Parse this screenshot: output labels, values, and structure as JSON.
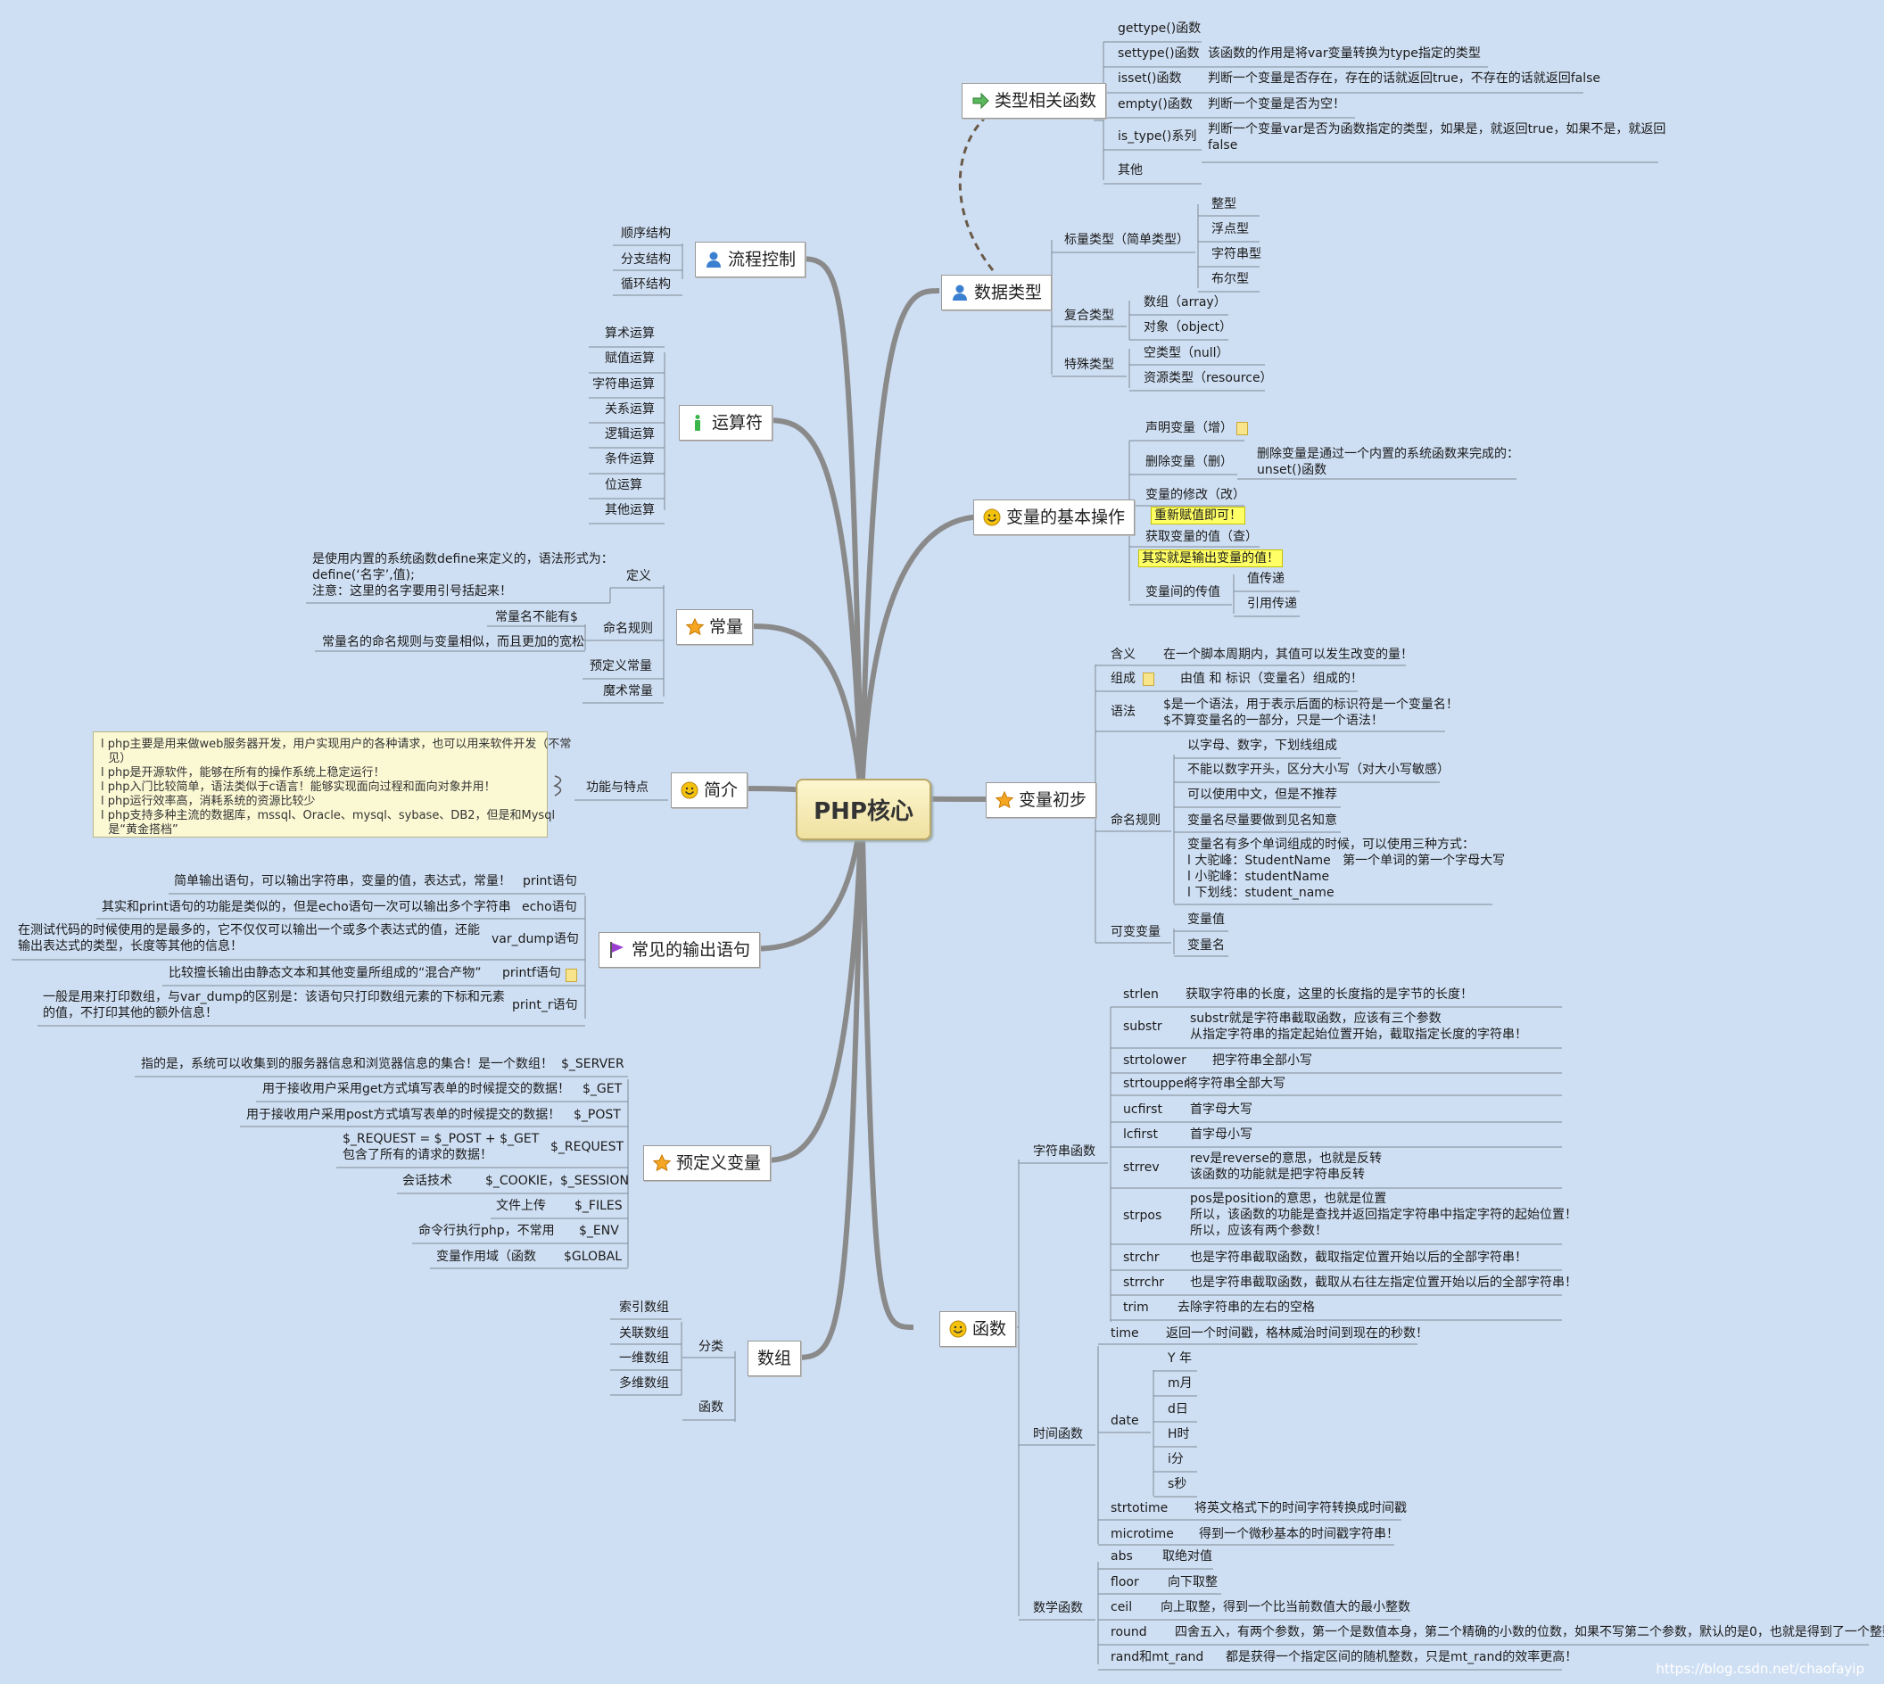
{
  "center": "PHP核心",
  "watermark": "https://blog.csdn.net/chaofayip",
  "branches": {
    "type_funcs": {
      "label": "类型相关函数",
      "icon": "arrow-right-icon",
      "items": [
        {
          "name": "gettype()函数",
          "desc": ""
        },
        {
          "name": "settype()函数",
          "desc": "该函数的作用是将var变量转换为type指定的类型"
        },
        {
          "name": "isset()函数",
          "desc": "判断一个变量是否存在，存在的话就返回true，不存在的话就返回false"
        },
        {
          "name": "empty()函数",
          "desc": "判断一个变量是否为空！"
        },
        {
          "name": "is_type()系列",
          "desc": "判断一个变量var是否为函数指定的类型，如果是，就返回true，如果不是，就返回\nfalse"
        },
        {
          "name": "其他",
          "desc": ""
        }
      ]
    },
    "data_types": {
      "label": "数据类型",
      "icon": "user-icon",
      "scalar": {
        "label": "标量类型（简单类型）",
        "items": [
          "整型",
          "浮点型",
          "字符串型",
          "布尔型"
        ]
      },
      "compound": {
        "label": "复合类型",
        "items": [
          "数组（array）",
          "对象（object）"
        ]
      },
      "special": {
        "label": "特殊类型",
        "items": [
          "空类型（null）",
          "资源类型（resource）"
        ]
      }
    },
    "var_ops": {
      "label": "变量的基本操作",
      "icon": "smile-icon",
      "declare": "声明变量（增）",
      "delete": "删除变量（删）",
      "delete_desc": "删除变量是通过一个内置的系统函数来完成的：\nunset()函数",
      "modify": "变量的修改（改）",
      "modify_hl": "重新赋值即可！",
      "get": "获取变量的值（查）",
      "get_hl": "其实就是输出变量的值！",
      "pass": "变量间的传值",
      "pass_items": [
        "值传递",
        "引用传递"
      ]
    },
    "var_intro": {
      "label": "变量初步",
      "icon": "star-icon",
      "meaning": "含义",
      "meaning_desc": "在一个脚本周期内，其值可以发生改变的量！",
      "compose": "组成",
      "compose_desc": "由值 和 标识（变量名）组成的！",
      "syntax": "语法",
      "syntax_desc": "$是一个语法，用于表示后面的标识符是一个变量名！\n$不算变量名的一部分，只是一个语法！",
      "naming": "命名规则",
      "naming_items": [
        "以字母、数字，下划线组成",
        "不能以数字开头，区分大小写（对大小写敏感）",
        "可以使用中文，但是不推荐",
        "变量名尽量要做到见名知意",
        "变量名有多个单词组成的时候，可以使用三种方式：\nl 大驼峰：StudentName   第一个单词的第一个字母大写\nl 小驼峰：studentName\nl 下划线：student_name"
      ],
      "variable": "可变变量",
      "variable_items": [
        "变量值",
        "变量名"
      ]
    },
    "functions": {
      "label": "函数",
      "icon": "smile-icon",
      "string": {
        "label": "字符串函数",
        "items": [
          {
            "name": "strlen",
            "desc": "获取字符串的长度，这里的长度指的是字节的长度！"
          },
          {
            "name": "substr",
            "desc": "substr就是字符串截取函数，应该有三个参数\n从指定字符串的指定起始位置开始，截取指定长度的字符串！"
          },
          {
            "name": "strtolower",
            "desc": "把字符串全部小写"
          },
          {
            "name": "strtoupper",
            "desc": "将字符串全部大写"
          },
          {
            "name": "ucfirst",
            "desc": "首字母大写"
          },
          {
            "name": "lcfirst",
            "desc": "首字母小写"
          },
          {
            "name": "strrev",
            "desc": "rev是reverse的意思，也就是反转\n该函数的功能就是把字符串反转"
          },
          {
            "name": "strpos",
            "desc": "pos是position的意思，也就是位置\n所以，该函数的功能是查找并返回指定字符串中指定字符的起始位置！\n所以，应该有两个参数！"
          },
          {
            "name": "strchr",
            "desc": "也是字符串截取函数，截取指定位置开始以后的全部字符串！"
          },
          {
            "name": "strrchr",
            "desc": "也是字符串截取函数，截取从右往左指定位置开始以后的全部字符串！"
          },
          {
            "name": "trim",
            "desc": "去除字符串的左右的空格"
          }
        ]
      },
      "time": {
        "label": "时间函数",
        "time_name": "time",
        "time_desc": "返回一个时间戳，格林威治时间到现在的秒数！",
        "date": "date",
        "date_items": [
          "Y 年",
          "m月",
          "d日",
          "H时",
          "i分",
          "s秒"
        ],
        "strtotime": "strtotime",
        "strtotime_desc": "将英文格式下的时间字符转换成时间戳",
        "microtime": "microtime",
        "microtime_desc": "得到一个微秒基本的时间戳字符串！"
      },
      "math": {
        "label": "数学函数",
        "items": [
          {
            "name": "abs",
            "desc": "取绝对值"
          },
          {
            "name": "floor",
            "desc": "向下取整"
          },
          {
            "name": "ceil",
            "desc": "向上取整，得到一个比当前数值大的最小整数"
          },
          {
            "name": "round",
            "desc": "四舍五入，有两个参数，第一个是数值本身，第二个精确的小数的位数，如果不写第二个参数，默认的是0，也就是得到了一个整数"
          },
          {
            "name": "rand和mt_rand",
            "desc": "都是获得一个指定区间的随机整数，只是mt_rand的效率更高！"
          }
        ]
      }
    },
    "flow": {
      "label": "流程控制",
      "icon": "user-icon",
      "items": [
        "顺序结构",
        "分支结构",
        "循环结构"
      ]
    },
    "operators": {
      "label": "运算符",
      "icon": "info-icon",
      "items": [
        "算术运算",
        "赋值运算",
        "字符串运算",
        "关系运算",
        "逻辑运算",
        "条件运算",
        "位运算",
        "其他运算"
      ]
    },
    "constants": {
      "label": "常量",
      "icon": "star-icon",
      "define": "定义",
      "define_desc": "是使用内置的系统函数define来定义的，语法形式为：\ndefine(‘名字’,值);\n注意：这里的名字要用引号括起来！",
      "naming": "命名规则",
      "naming_items": [
        "常量名不能有$",
        "常量名的命名规则与变量相似，而且更加的宽松"
      ],
      "predef": "预定义常量",
      "magic": "魔术常量"
    },
    "intro": {
      "label": "简介",
      "icon": "smile-icon",
      "sub": "功能与特点",
      "note": "l php主要是用来做web服务器开发，用户实现用户的各种请求，也可以用来软件开发（不常\n  见）\nl php是开源软件，能够在所有的操作系统上稳定运行！\nl php入门比较简单，语法类似于c语言！能够实现面向过程和面向对象并用！\nl php运行效率高，消耗系统的资源比较少\nl php支持多种主流的数据库，mssql、Oracle、mysql、sybase、DB2，但是和Mysql\n  是“黄金搭档”"
    },
    "output": {
      "label": "常见的输出语句",
      "icon": "flag-icon",
      "items": [
        {
          "name": "print语句",
          "desc": "简单输出语句，可以输出字符串，变量的值，表达式，常量！"
        },
        {
          "name": "echo语句",
          "desc": "其实和print语句的功能是类似的，但是echo语句一次可以输出多个字符串"
        },
        {
          "name": "var_dump语句",
          "desc": "在测试代码的时候使用的是最多的，它不仅仅可以输出一个或多个表达式的值，还能\n输出表达式的类型，长度等其他的信息！"
        },
        {
          "name": "printf语句",
          "desc": "比较擅长输出由静态文本和其他变量所组成的“混合产物”"
        },
        {
          "name": "print_r语句",
          "desc": "一般是用来打印数组，与var_dump的区别是：该语句只打印数组元素的下标和元素\n的值，不打印其他的额外信息！"
        }
      ]
    },
    "predef_vars": {
      "label": "预定义变量",
      "icon": "star-icon",
      "items": [
        {
          "name": "$_SERVER",
          "desc": "指的是，系统可以收集到的服务器信息和浏览器信息的集合！是一个数组！"
        },
        {
          "name": "$_GET",
          "desc": "用于接收用户采用get方式填写表单的时候提交的数据！"
        },
        {
          "name": "$_POST",
          "desc": "用于接收用户采用post方式填写表单的时候提交的数据！"
        },
        {
          "name": "$_REQUEST",
          "desc": "$_REQUEST = $_POST + $_GET\n包含了所有的请求的数据！"
        },
        {
          "name": "$_COOKIE，$_SESSION",
          "desc": "会话技术"
        },
        {
          "name": "$_FILES",
          "desc": "文件上传"
        },
        {
          "name": "$_ENV",
          "desc": "命令行执行php，不常用"
        },
        {
          "name": "$GLOBAL",
          "desc": "变量作用域（函数"
        }
      ]
    },
    "arrays": {
      "label": "数组",
      "classify": "分类",
      "items": [
        "索引数组",
        "关联数组",
        "一维数组",
        "多维数组"
      ],
      "funcs": "函数"
    }
  }
}
